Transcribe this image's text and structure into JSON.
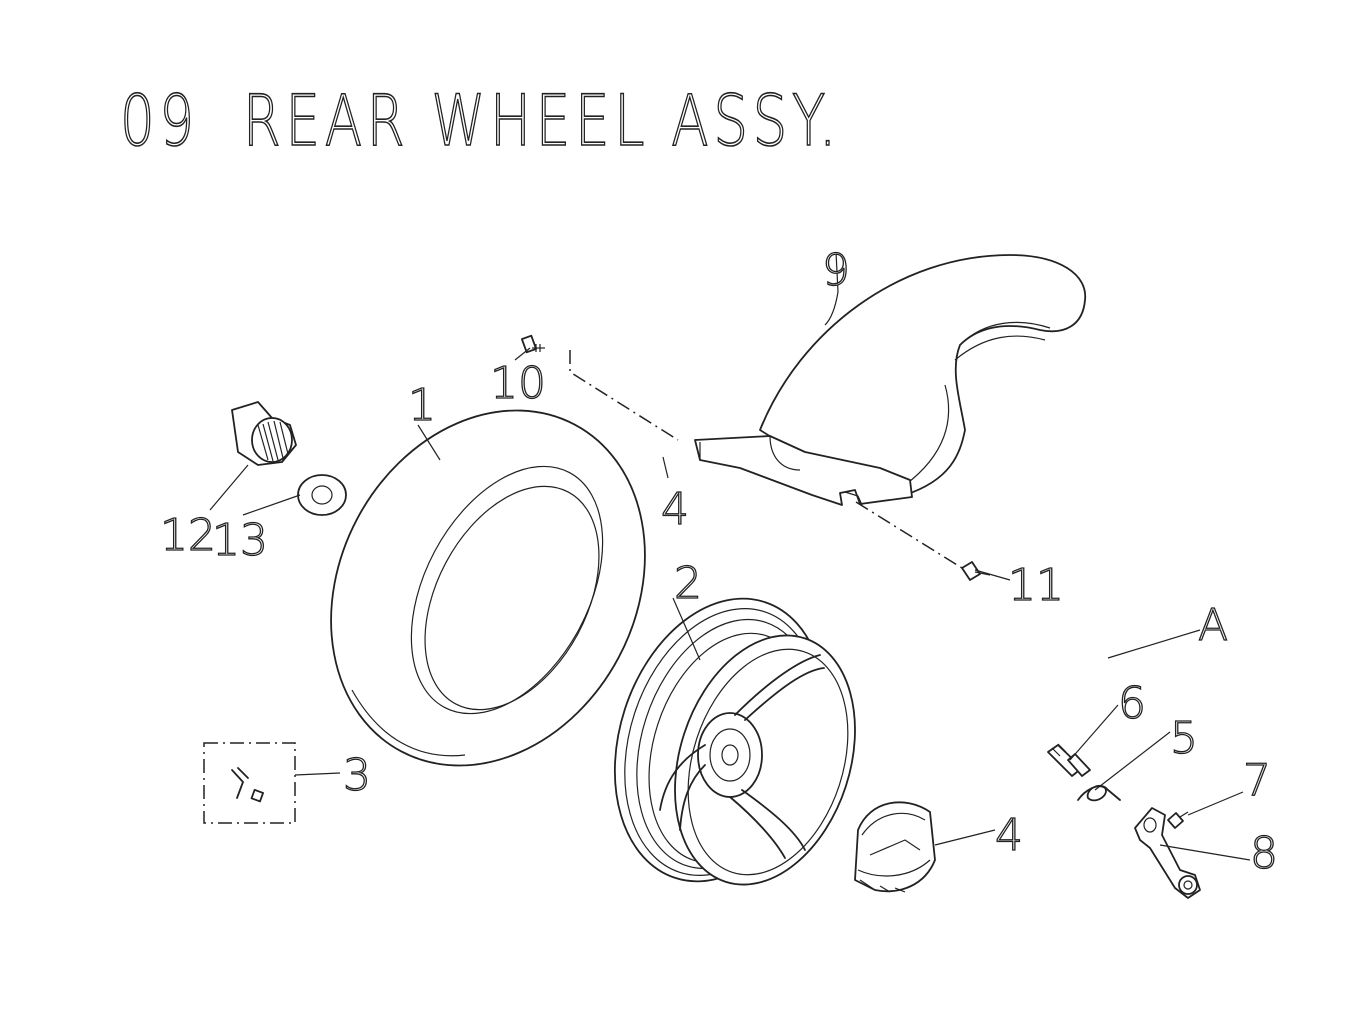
{
  "title": "09  REAR WHEEL ASSY.",
  "callouts": {
    "c1": "1",
    "c2": "2",
    "c3": "3",
    "c4a": "4",
    "c4b": "4",
    "c5": "5",
    "c6": "6",
    "c7": "7",
    "c8": "8",
    "c9": "9",
    "c10": "10",
    "c11": "11",
    "c12": "12",
    "c13": "13",
    "cA": "A"
  }
}
